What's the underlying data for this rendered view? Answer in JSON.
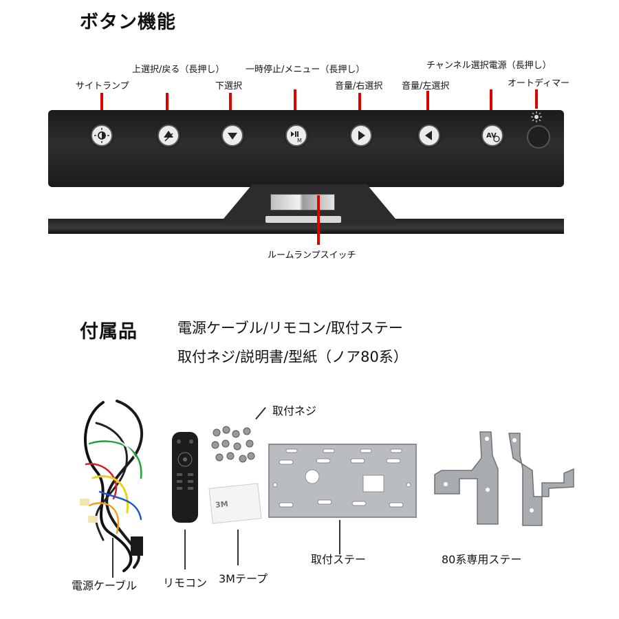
{
  "button_section": {
    "title": "ボタン機能",
    "labels": {
      "side_lamp": "サイトランプ",
      "up": "上選択/戻る（長押し）",
      "down": "下選択",
      "pause": "一時停止/メニュー（長押し）",
      "right": "音量/右選択",
      "left": "音量/左選択",
      "channel": "チャンネル選択電源（長押し）",
      "auto_dimmer": "オートディマー",
      "room_lamp_switch": "ルームランプスイッチ"
    },
    "button_glyphs": {
      "pause": "▶‖M",
      "av": "AV"
    }
  },
  "accessories": {
    "title": "付属品",
    "line1": "電源ケーブル/リモコン/取付ステー",
    "line2": "取付ネジ/説明書/型紙（ノア80系）",
    "captions": {
      "screws": "取付ネジ",
      "cable": "電源ケーブル",
      "remote": "リモコン",
      "tape": "3Mテープ",
      "plate": "取付ステー",
      "brackets": "80系専用ステー"
    },
    "tape_print": "3M"
  },
  "colors": {
    "pointer": "#e00000",
    "bar": "#2a2a2a",
    "plate": "#b9bcc0"
  }
}
